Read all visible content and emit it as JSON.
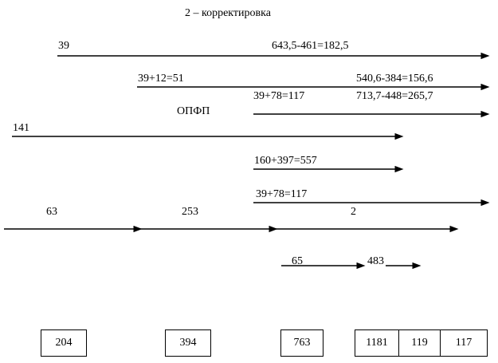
{
  "title": "2 – корректировка",
  "diagram": {
    "type": "arrow-timeline-diagram",
    "labels": {
      "row1_left": "39",
      "row1_right": "643,5-461=182,5",
      "row2_left": "39+12=51",
      "row2_right": "540,6-384=156,6",
      "row3_mid": "39+78=117",
      "row3_right": "713,7-448=265,7",
      "row3_left": "ОПФП",
      "row4_left": "141",
      "row5_mid": "160+397=557",
      "row6_mid": "39+78=117",
      "row7_a": "63",
      "row7_b": "253",
      "row7_c": "2",
      "row8_a": "65",
      "row8_b": "483"
    },
    "boxes": [
      {
        "value": "204"
      },
      {
        "value": "394"
      },
      {
        "value": "763"
      }
    ],
    "box_group": [
      {
        "value": "1181"
      },
      {
        "value": "119"
      },
      {
        "value": "117"
      }
    ]
  },
  "colors": {
    "line": "#000000",
    "text": "#000000",
    "background": "#ffffff"
  }
}
